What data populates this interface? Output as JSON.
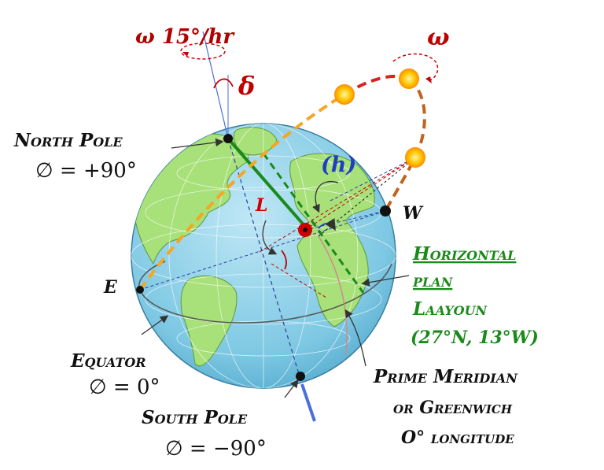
{
  "labels": {
    "omega_rate": "ω 15°/hr",
    "omega": "ω",
    "delta": "δ",
    "north_pole": "North Pole",
    "north_phi": "∅ = +90°",
    "hour_angle": "(h)",
    "latitude": "L",
    "east": "E",
    "west": "W",
    "equator": "Equator",
    "equator_phi": "∅ = 0°",
    "south_pole": "South Pole",
    "south_phi": "∅ = −90°",
    "horizontal_line1": "Horizontal",
    "horizontal_line2": "plan",
    "city": "Laayoun",
    "city_coords": "(27°N, 13°W)",
    "prime_meridian": "Prime Meridian",
    "greenwich": "or Greenwich",
    "longitude": "O° longitude"
  },
  "colors": {
    "ocean": "#7ec8e3",
    "land": "#a8e07a",
    "accent_red": "#c00000",
    "accent_green": "#1a8a1a",
    "accent_blue": "#1f3fbf",
    "sun_path_orange": "#f5a623",
    "sun_path_brown": "#c0641e",
    "text_dark": "#111111"
  },
  "icons": [
    "sun-icon",
    "rotation-arrow-icon",
    "pointer-arrow-icon"
  ]
}
